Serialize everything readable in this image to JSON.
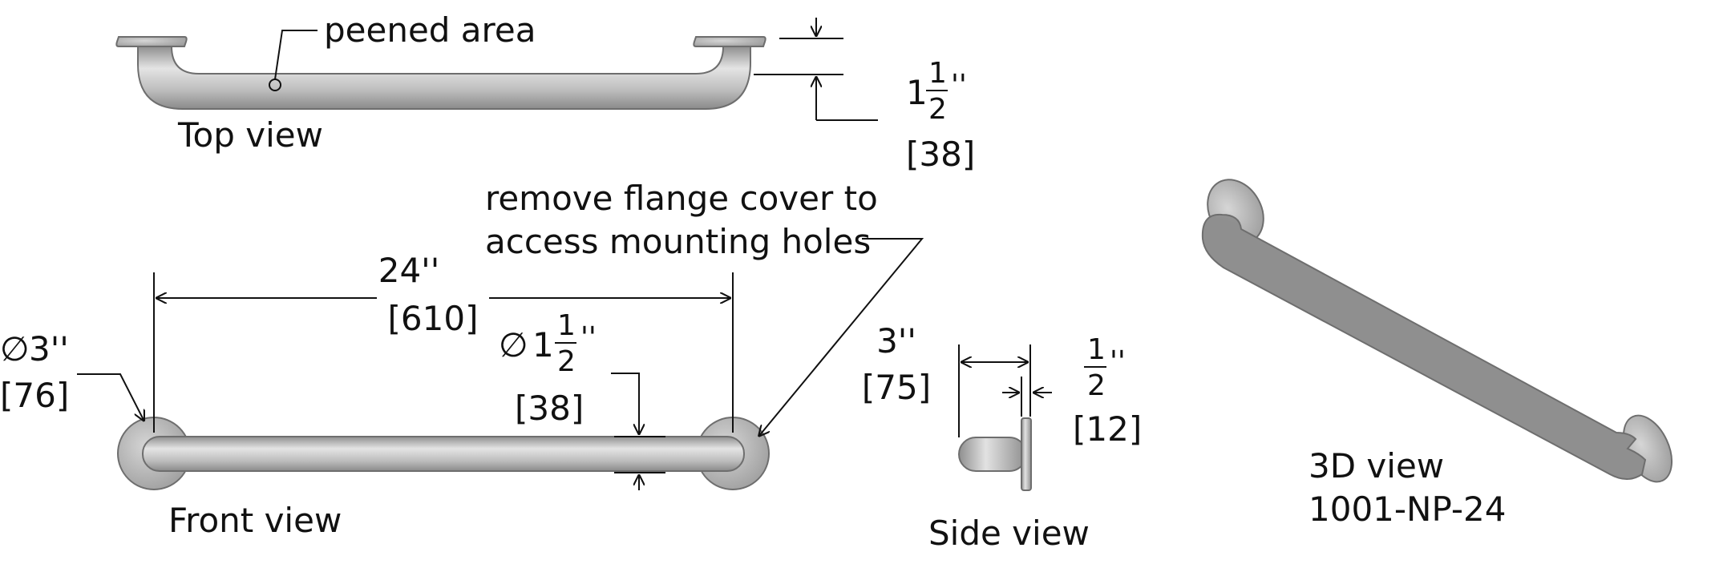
{
  "views": {
    "top": "Top view",
    "front": "Front view",
    "side": "Side view",
    "iso": "3D view",
    "model": "1001-NP-24"
  },
  "callouts": {
    "peened": "peened area",
    "flange_line1": "remove flange cover to",
    "flange_line2": "access mounting holes"
  },
  "dims": {
    "depth_whole": "1",
    "depth_num": "1",
    "depth_den": "2",
    "depth_inch": "''",
    "depth_mm": "[38]",
    "length_in": "24''",
    "length_mm": "[610]",
    "flange_dia_in": "3''",
    "flange_dia_mm": "[76]",
    "tube_whole": "1",
    "tube_num": "1",
    "tube_den": "2",
    "tube_inch": "''",
    "tube_mm": "[38]",
    "proj_in": "3''",
    "proj_mm": "[75]",
    "flange_thk_num": "1",
    "flange_thk_den": "2",
    "flange_thk_inch": "''",
    "flange_thk_mm": "[12]",
    "dia_symbol": "∅"
  },
  "colors": {
    "metal_light": "#dedede",
    "metal_mid": "#b5b5b5",
    "metal_dark": "#8e8e8e",
    "line": "#111111"
  }
}
